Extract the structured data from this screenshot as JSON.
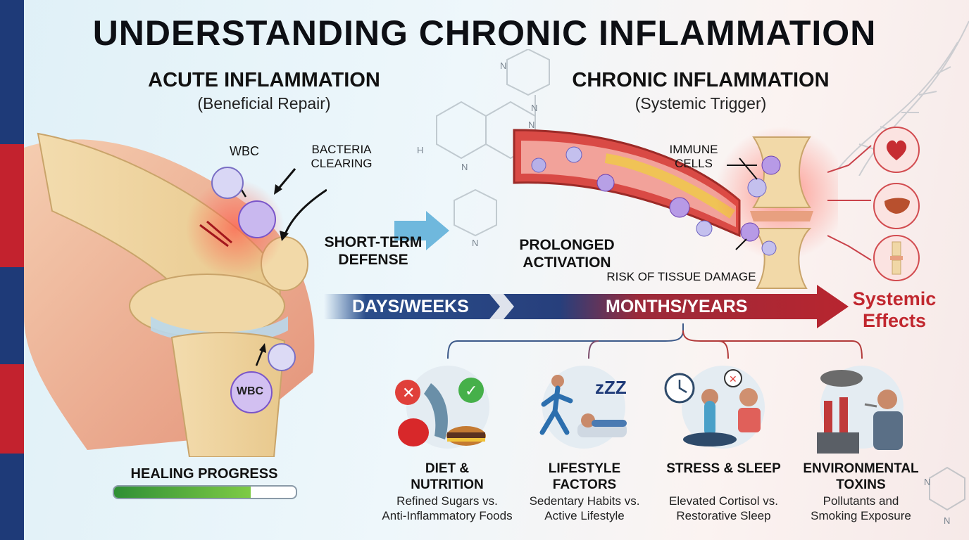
{
  "title": "UNDERSTANDING CHRONIC INFLAMMATION",
  "acute": {
    "heading": "ACUTE INFLAMMATION",
    "subheading": "(Beneficial Repair)"
  },
  "chronic": {
    "heading": "CHRONIC INFLAMMATION",
    "subheading": "(Systemic Trigger)"
  },
  "labels": {
    "wbc_top": "WBC",
    "bacteria": "BACTERIA\nCLEARING",
    "wbc_bottom": "WBC",
    "short_term": "SHORT-TERM\nDEFENSE",
    "prolonged": "PROLONGED\nACTIVATION",
    "immune_cells": "IMMUNE\nCELLS",
    "risk": "RISK OF TISSUE DAMAGE",
    "systemic": "Systemic\nEffects"
  },
  "timeline": {
    "days": "DAYS/WEEKS",
    "months": "MONTHS/YEARS"
  },
  "healing": {
    "label": "HEALING PROGRESS",
    "progress": 0.75
  },
  "factors": [
    {
      "title": "DIET &\nNUTRITION",
      "desc": "Refined Sugars vs.\nAnti-Inflammatory Foods"
    },
    {
      "title": "LIFESTYLE\nFACTORS",
      "desc": "Sedentary Habits vs.\nActive Lifestyle"
    },
    {
      "title": "STRESS & SLEEP",
      "desc": "Elevated Cortisol vs.\nRestorative Sleep"
    },
    {
      "title": "ENVIRONMENTAL\nTOXINS",
      "desc": "Pollutants and\nSmoking Exposure"
    }
  ],
  "organs": [
    "heart-icon",
    "liver-icon",
    "joint-icon"
  ],
  "colors": {
    "navy": "#1f3f7a",
    "crimson": "#b8252f",
    "green": "#4caf3a"
  }
}
